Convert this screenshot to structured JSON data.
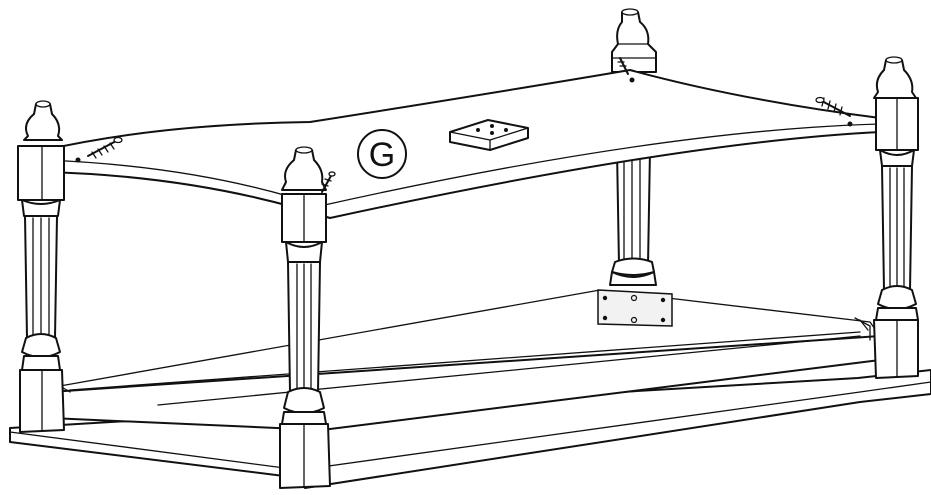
{
  "diagram": {
    "part_label": "G",
    "parts": [
      {
        "id": "tabletop",
        "icon": "table-top-shape"
      },
      {
        "id": "legs",
        "count": 4,
        "icon": "turned-table-leg"
      },
      {
        "id": "screws",
        "count": 4,
        "icon": "screw-icon"
      },
      {
        "id": "bracket",
        "icon": "mounting-bracket"
      },
      {
        "id": "frame",
        "icon": "apron-frame"
      }
    ],
    "colors": {
      "line": "#111111",
      "fill": "#ffffff",
      "plate": "#f2f2f2"
    }
  }
}
